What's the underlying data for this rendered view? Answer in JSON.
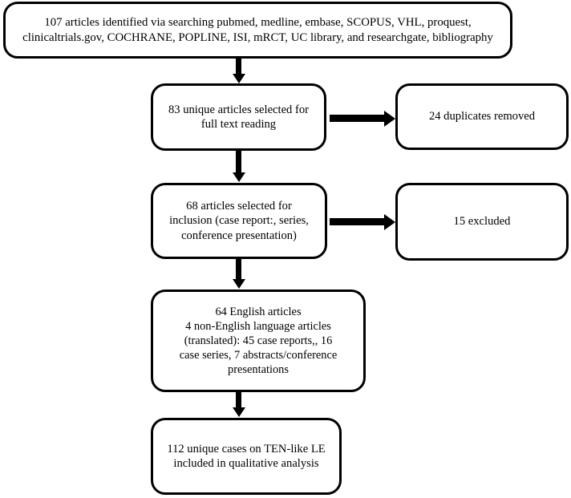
{
  "figure": {
    "type": "prisma-flow-diagram",
    "background_color": "#ffffff",
    "stroke_color": "#000000",
    "nodes": [
      {
        "id": "identified",
        "text": "107 articles identified via searching pubmed, medline, embase, SCOPUS, VHL, proquest,\nclinicaltrials.gov, COCHRANE, POPLINE, ISI, mRCT, UC library, and researchgate, bibliography"
      },
      {
        "id": "unique",
        "text": "83 unique articles selected for\nfull text reading"
      },
      {
        "id": "duplicates",
        "text": "24 duplicates removed"
      },
      {
        "id": "inclusion",
        "text": "68 articles selected for\ninclusion (case report:, series,\nconference presentation)"
      },
      {
        "id": "excluded",
        "text": "15 excluded"
      },
      {
        "id": "languages",
        "text": "64 English articles\n4 non-English language articles\n(translated):  45 case reports,, 16\ncase series, 7 abstracts/conference\npresentations"
      },
      {
        "id": "final",
        "text": "112 unique cases on TEN-like LE\nincluded in qualitative analysis"
      }
    ],
    "edges": [
      {
        "id": "identified-to-unique",
        "from": "identified",
        "to": "unique",
        "direction": "down"
      },
      {
        "id": "unique-to-duplicates",
        "from": "unique",
        "to": "duplicates",
        "direction": "right"
      },
      {
        "id": "unique-to-inclusion",
        "from": "unique",
        "to": "inclusion",
        "direction": "down"
      },
      {
        "id": "inclusion-to-excluded",
        "from": "inclusion",
        "to": "excluded",
        "direction": "right"
      },
      {
        "id": "inclusion-to-lang",
        "from": "inclusion",
        "to": "languages",
        "direction": "down"
      },
      {
        "id": "lang-to-final",
        "from": "languages",
        "to": "final",
        "direction": "down"
      }
    ]
  }
}
